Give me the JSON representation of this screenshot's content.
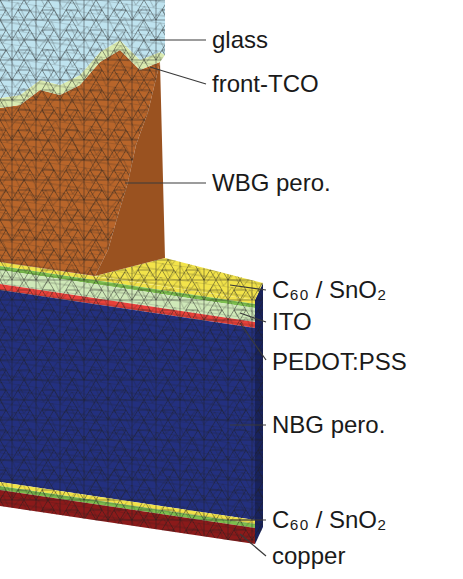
{
  "diagram": {
    "labels": [
      "glass",
      "front-TCO",
      "WBG pero.",
      "C₆₀ / SnO₂",
      "ITO",
      "PEDOT:PSS",
      "NBG pero.",
      "C₆₀ / SnO₂",
      "copper"
    ]
  }
}
